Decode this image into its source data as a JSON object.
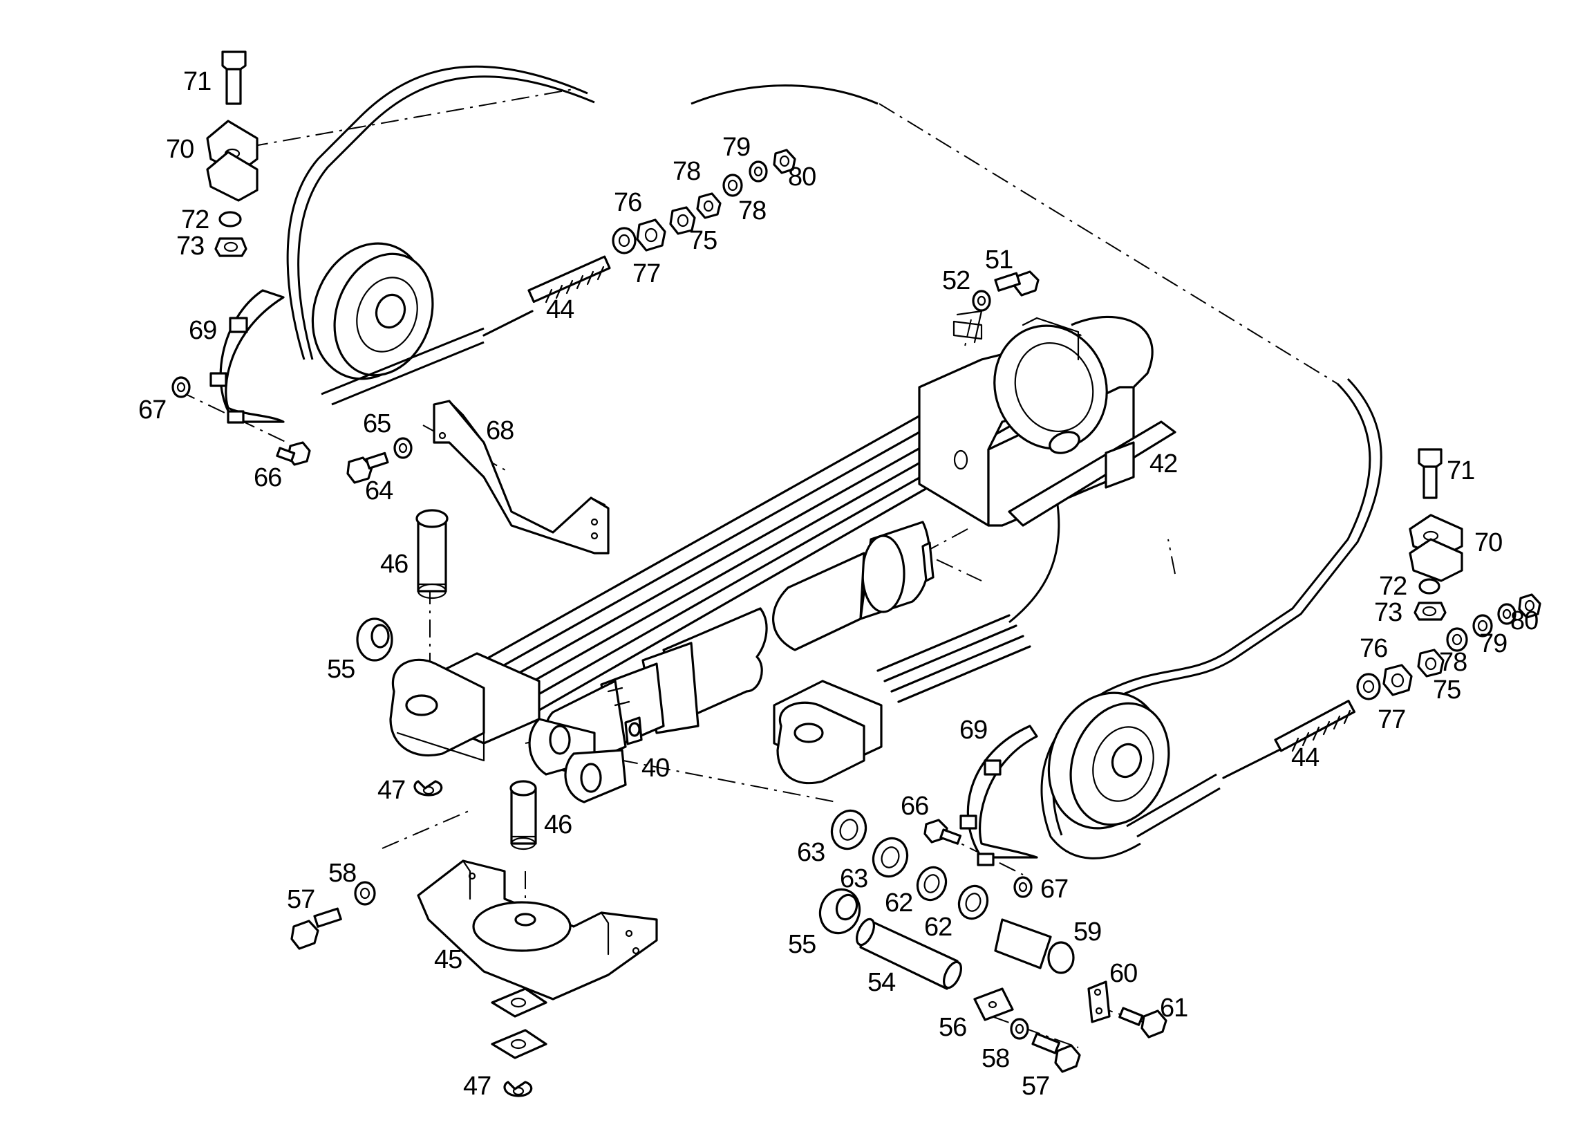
{
  "diagram": {
    "labels": [
      {
        "id": "71a",
        "text": "71"
      },
      {
        "id": "70a",
        "text": "70"
      },
      {
        "id": "72a",
        "text": "72"
      },
      {
        "id": "73a",
        "text": "73"
      },
      {
        "id": "79a",
        "text": "79"
      },
      {
        "id": "80a",
        "text": "80"
      },
      {
        "id": "78a",
        "text": "78"
      },
      {
        "id": "78b",
        "text": "78"
      },
      {
        "id": "76a",
        "text": "76"
      },
      {
        "id": "75a",
        "text": "75"
      },
      {
        "id": "77a",
        "text": "77"
      },
      {
        "id": "44a",
        "text": "44"
      },
      {
        "id": "51",
        "text": "51"
      },
      {
        "id": "52",
        "text": "52"
      },
      {
        "id": "69a",
        "text": "69"
      },
      {
        "id": "67a",
        "text": "67"
      },
      {
        "id": "66a",
        "text": "66"
      },
      {
        "id": "65",
        "text": "65"
      },
      {
        "id": "68",
        "text": "68"
      },
      {
        "id": "64",
        "text": "64"
      },
      {
        "id": "42",
        "text": "42"
      },
      {
        "id": "71b",
        "text": "71"
      },
      {
        "id": "70b",
        "text": "70"
      },
      {
        "id": "72b",
        "text": "72"
      },
      {
        "id": "73b",
        "text": "73"
      },
      {
        "id": "80b",
        "text": "80"
      },
      {
        "id": "79b",
        "text": "79"
      },
      {
        "id": "78c",
        "text": "78"
      },
      {
        "id": "76b",
        "text": "76"
      },
      {
        "id": "75b",
        "text": "75"
      },
      {
        "id": "77b",
        "text": "77"
      },
      {
        "id": "44b",
        "text": "44"
      },
      {
        "id": "46a",
        "text": "46"
      },
      {
        "id": "55a",
        "text": "55"
      },
      {
        "id": "47a",
        "text": "47"
      },
      {
        "id": "40",
        "text": "40"
      },
      {
        "id": "46b",
        "text": "46"
      },
      {
        "id": "69b",
        "text": "69"
      },
      {
        "id": "66b",
        "text": "66"
      },
      {
        "id": "63a",
        "text": "63"
      },
      {
        "id": "63b",
        "text": "63"
      },
      {
        "id": "62a",
        "text": "62"
      },
      {
        "id": "62b",
        "text": "62"
      },
      {
        "id": "67b",
        "text": "67"
      },
      {
        "id": "58a",
        "text": "58"
      },
      {
        "id": "57a",
        "text": "57"
      },
      {
        "id": "45",
        "text": "45"
      },
      {
        "id": "55b",
        "text": "55"
      },
      {
        "id": "54",
        "text": "54"
      },
      {
        "id": "59",
        "text": "59"
      },
      {
        "id": "60",
        "text": "60"
      },
      {
        "id": "61",
        "text": "61"
      },
      {
        "id": "56",
        "text": "56"
      },
      {
        "id": "58b",
        "text": "58"
      },
      {
        "id": "57b",
        "text": "57"
      },
      {
        "id": "47b",
        "text": "47"
      }
    ]
  }
}
